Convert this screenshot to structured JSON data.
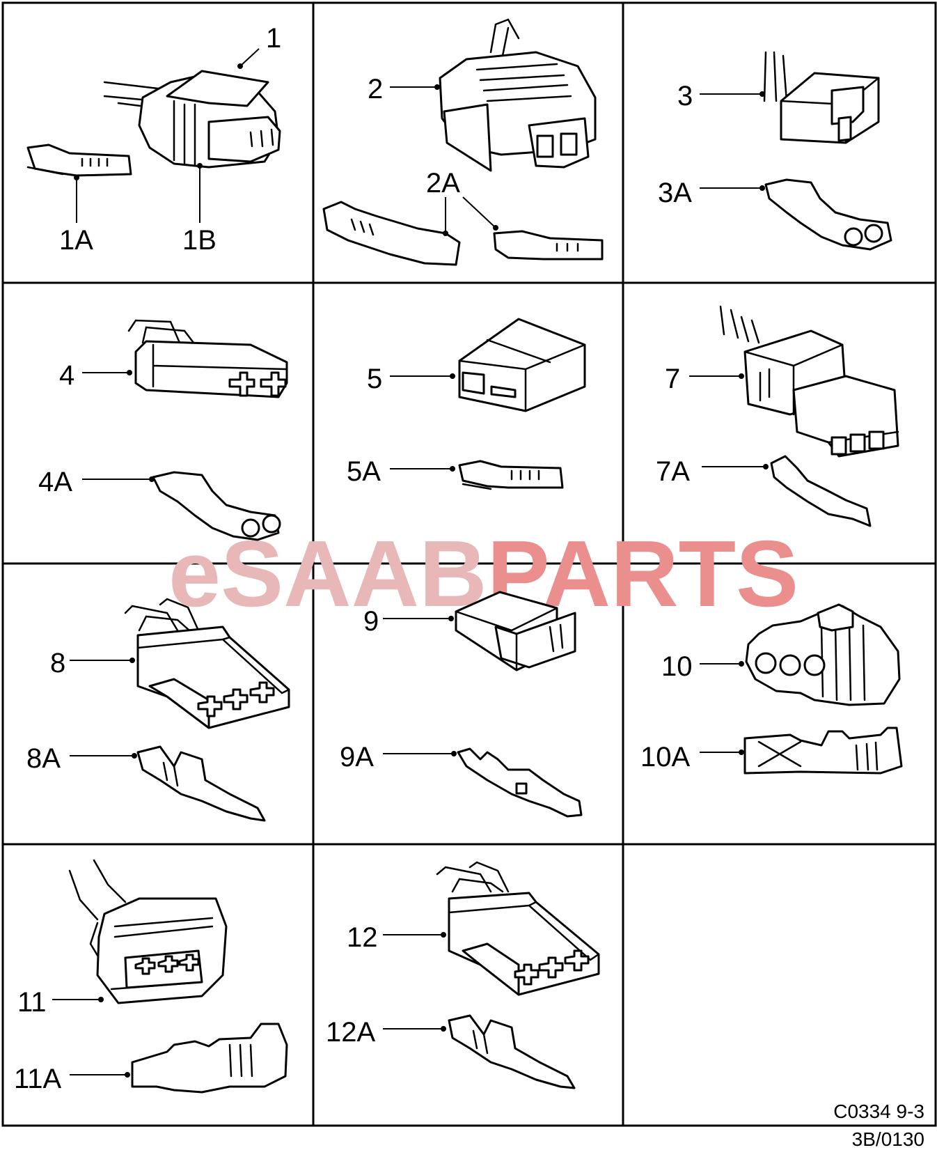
{
  "watermark": {
    "prefix": "eSAAB",
    "suffix": "PARTS",
    "colors": {
      "prefix": "#e8b8b8",
      "suffix": "#eb8e8e"
    }
  },
  "labels": {
    "l1": "1",
    "l1A": "1A",
    "l1B": "1B",
    "l2": "2",
    "l2A": "2A",
    "l3": "3",
    "l3A": "3A",
    "l4": "4",
    "l4A": "4A",
    "l5": "5",
    "l5A": "5A",
    "l7": "7",
    "l7A": "7A",
    "l8": "8",
    "l8A": "8A",
    "l9": "9",
    "l9A": "9A",
    "l10": "10",
    "l10A": "10A",
    "l11": "11",
    "l11A": "11A",
    "l12": "12",
    "l12A": "12A"
  },
  "footer": {
    "code": "C0334 9-3",
    "ref": "3B/0130"
  }
}
